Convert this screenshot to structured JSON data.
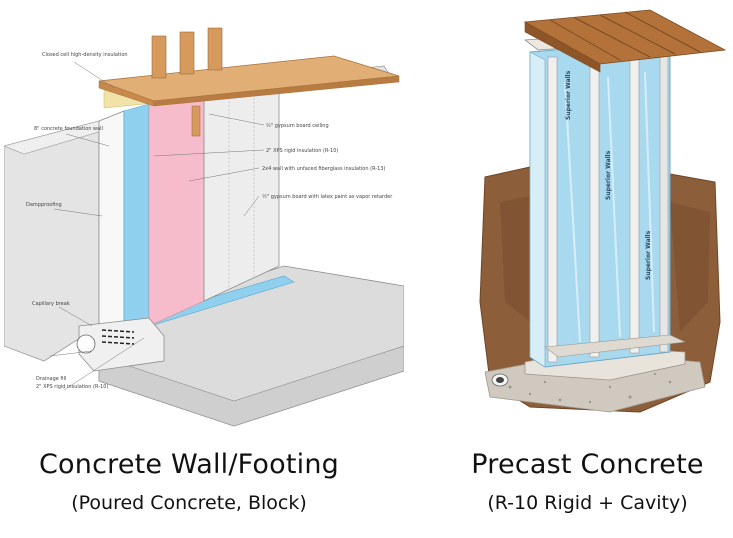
{
  "left": {
    "caption_title": "Concrete Wall/Footing",
    "caption_subtitle": "(Poured Concrete, Block)",
    "annotations": [
      "Closed cell high-density insulation",
      "8\" concrete foundation wall",
      "Dampproofing",
      "Capillary break",
      "Drainage fill",
      "2\" XPS rigid insulation (R-10)",
      "½\" gypsum board ceiling",
      "2\" XPS rigid insulation (R-10)",
      "2x4 wall with unfaced fiberglass insulation (R-13)",
      "½\" gypsum board with latex paint as vapor retarder"
    ]
  },
  "right": {
    "caption_title": "Precast Concrete",
    "caption_subtitle": "(R-10 Rigid + Cavity)",
    "brand_text": "Superior Walls"
  },
  "colors": {
    "xps_blue": "#7fc8e8",
    "fiberglass_pink": "#f4b7c8",
    "lumber": "#c8894a",
    "concrete": "#d9d9d9",
    "soil": "#8a5a36"
  }
}
